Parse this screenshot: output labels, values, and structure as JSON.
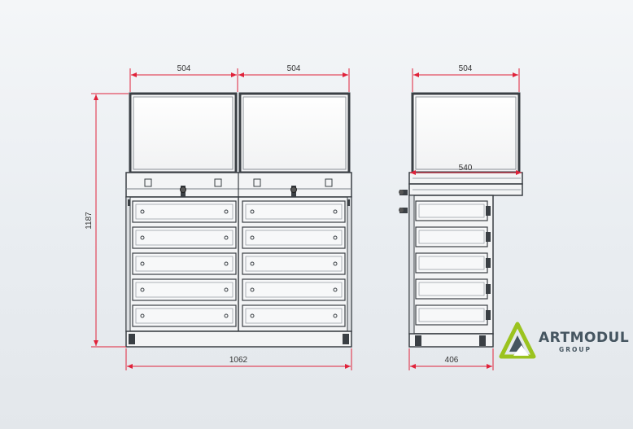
{
  "dimensions": {
    "top_left_width": "504",
    "top_right_width": "504",
    "side_top_width": "504",
    "side_counter_depth": "540",
    "total_height": "1187",
    "total_width": "1062",
    "side_base_depth": "406"
  },
  "brand": {
    "name": "ARTMODUL",
    "sub": "GROUP",
    "accent_color": "#9bc31f",
    "text_color": "#455560"
  },
  "colors": {
    "dimension_line": "#e0223a",
    "outline": "#3a3f44",
    "panel": "#f3f4f5"
  },
  "icons": {
    "logo": "artmodul-triangle-logo-icon"
  }
}
